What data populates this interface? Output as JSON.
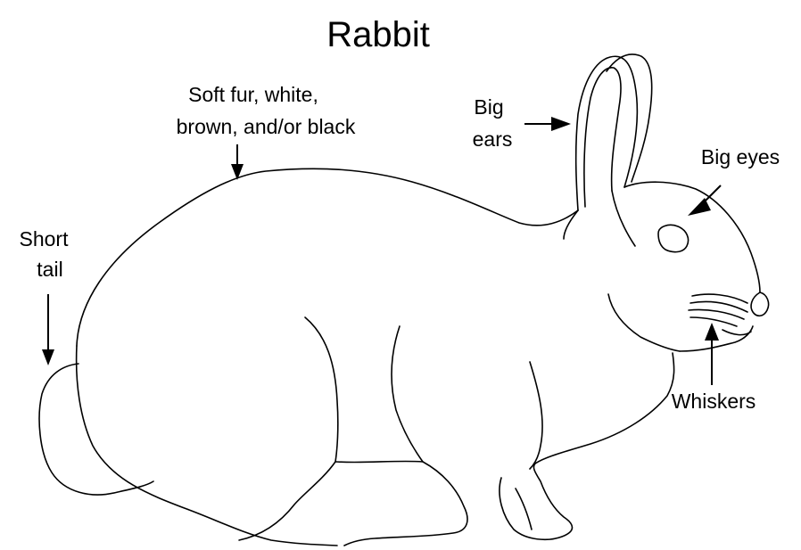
{
  "title": "Rabbit",
  "labels": {
    "fur_line1": "Soft fur, white,",
    "fur_line2": "brown, and/or black",
    "ears_line1": "Big",
    "ears_line2": "ears",
    "eyes": "Big eyes",
    "tail_line1": "Short",
    "tail_line2": "tail",
    "whiskers": "Whiskers"
  },
  "colors": {
    "line": "#000000",
    "background": "#ffffff"
  }
}
